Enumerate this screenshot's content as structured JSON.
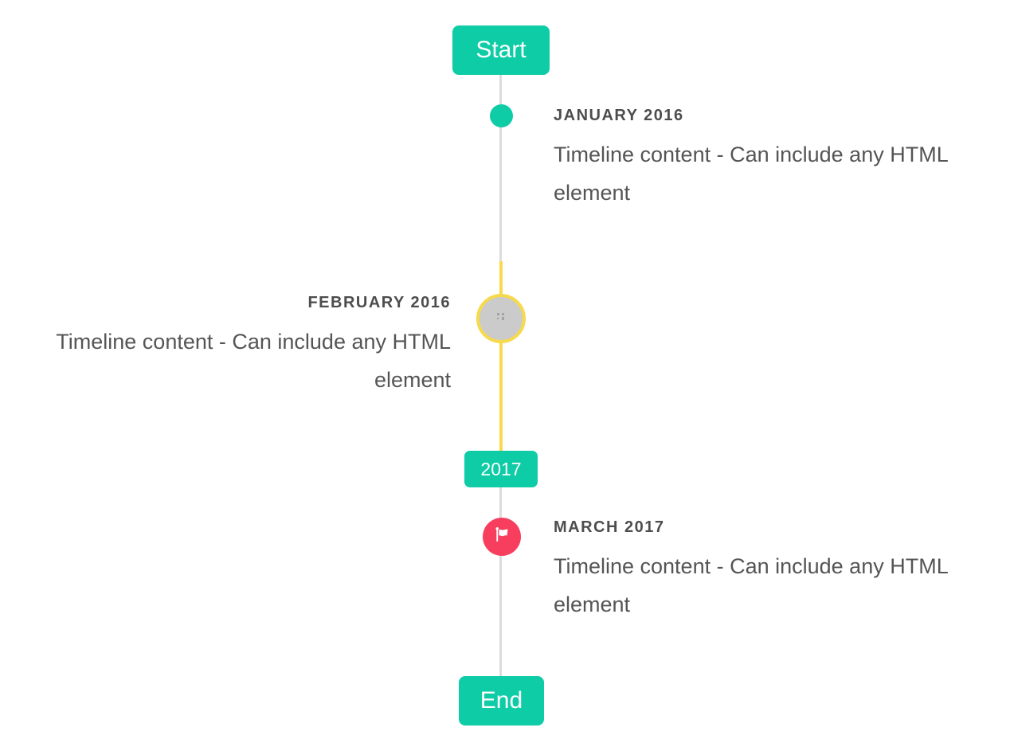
{
  "page": {
    "background": "#ffffff",
    "component": "vertical-timeline"
  },
  "colors": {
    "accent_teal": "#0dcca6",
    "line_gray": "#dcdcdc",
    "highlight_yellow": "#f9da4f",
    "marker_red": "#f83e5e",
    "marker_gray": "#cbcbcb",
    "label_text": "#4d4d4d",
    "content_text": "#555555",
    "badge_text": "#ffffff"
  },
  "timeline": {
    "start_label": "Start",
    "year_label": "2017",
    "end_label": "End",
    "events": [
      {
        "label": "JANUARY 2016",
        "content": "Timeline content - Can include any HTML element",
        "side": "right",
        "marker": "teal-dot"
      },
      {
        "label": "FEBRUARY 2016",
        "content": "Timeline content - Can include any HTML element",
        "side": "left",
        "marker": "image-placeholder-with-yellow-ring"
      },
      {
        "label": "MARCH 2017",
        "content": "Timeline content - Can include any HTML element",
        "side": "right",
        "marker": "red-flag"
      }
    ]
  },
  "icons": {
    "flag_icon": "flag",
    "broken_image_icon": "broken-image-placeholder"
  }
}
